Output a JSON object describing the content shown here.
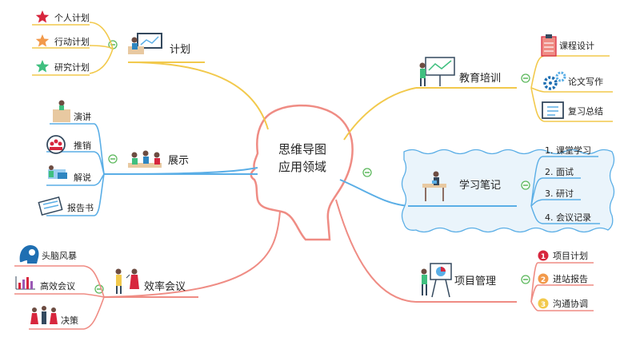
{
  "center": {
    "line1": "思维导图",
    "line2": "应用领域"
  },
  "branches": {
    "plan": {
      "label": "计划",
      "children": [
        "个人计划",
        "行动计划",
        "研究计划"
      ]
    },
    "show": {
      "label": "展示",
      "children": [
        "演讲",
        "推销",
        "解说",
        "报告书"
      ]
    },
    "meeting": {
      "label": "效率会议",
      "children": [
        "头脑风暴",
        "高效会议",
        "决策"
      ]
    },
    "education": {
      "label": "教育培训",
      "children": [
        "课程设计",
        "论文写作",
        "复习总结"
      ]
    },
    "notes": {
      "label": "学习笔记",
      "children": [
        "1. 课堂学习",
        "2. 面试",
        "3. 研讨",
        "4. 会议记录"
      ]
    },
    "project": {
      "label": "项目管理",
      "children": [
        "项目计划",
        "进站报告",
        "沟通协调"
      ],
      "badges": [
        "1",
        "2",
        "3"
      ]
    }
  },
  "colors": {
    "plan": "#f2c94c",
    "show": "#5aaee6",
    "meeting": "#ef8c84",
    "education": "#f2c94c",
    "notes": "#5aaee6",
    "project": "#ef8c84",
    "head": "#ef8c84",
    "star1": "#d7263d",
    "star2": "#f2994a",
    "star3": "#3fbf7f",
    "badge1": "#d7263d",
    "badge2": "#f2994a",
    "badge3": "#f2c94c",
    "collapse": "#5cb85c"
  }
}
